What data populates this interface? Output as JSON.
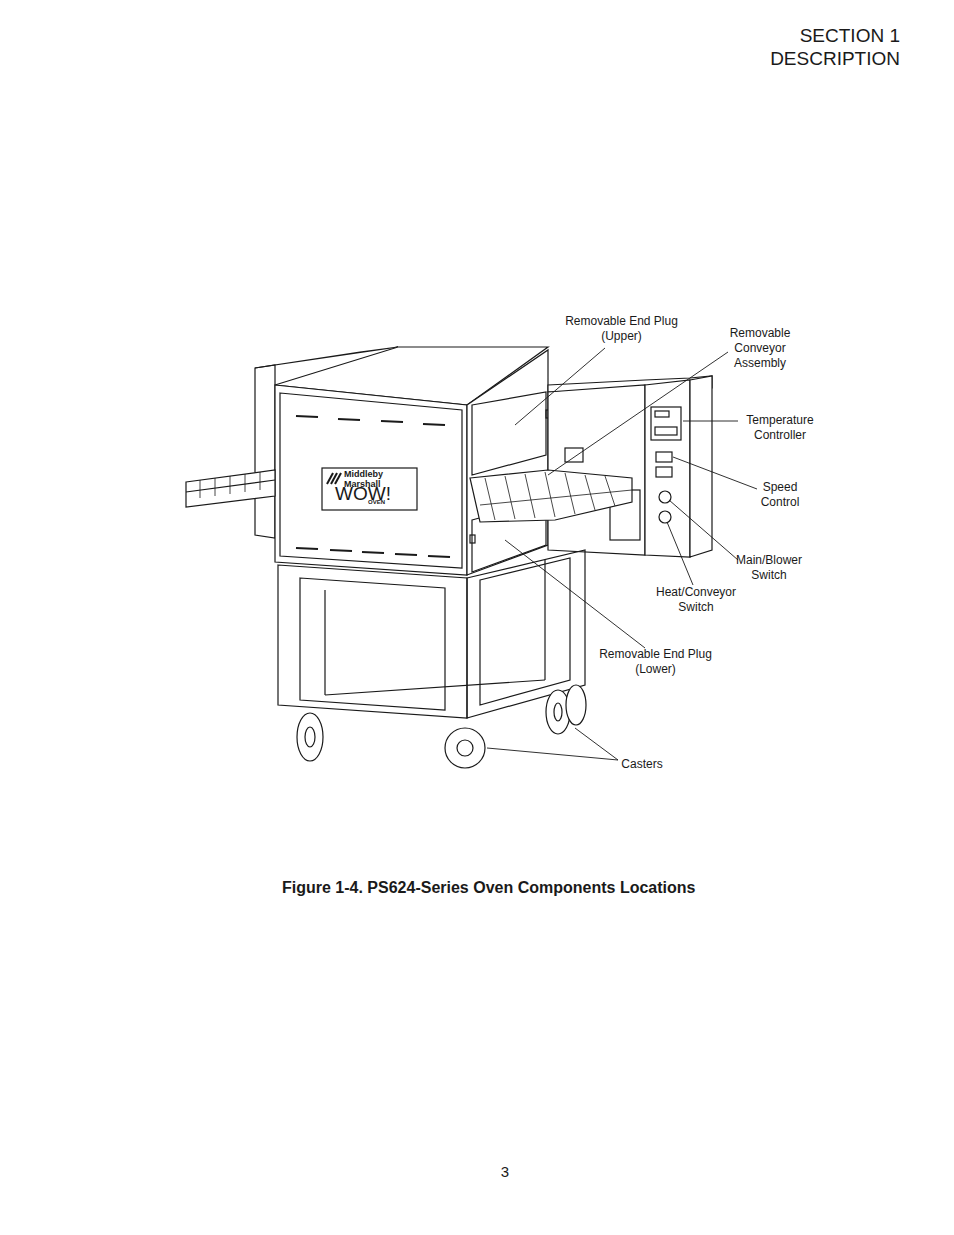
{
  "diagram": {
    "caption": "Figure 1-4. PS624-Series Oven Components Locations",
    "labels": [
      "SECTION 1",
      "DESCRIPTION",
      "Removable End Plug (Upper)",
      "Removable Conveyor Assembly",
      "Temperature Controller",
      "Speed Control",
      "Main/Blower Switch",
      "Heat/Conveyor Switch",
      "Removable End Plug (Lower)",
      "Casters",
      "Middleby",
      "Marshall",
      "WOW!",
      "OVEN",
      "3"
    ]
  }
}
